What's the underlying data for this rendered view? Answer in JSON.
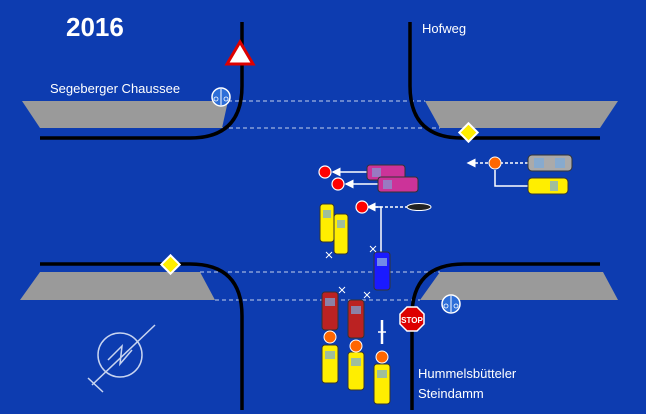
{
  "year": "2016",
  "streets": {
    "north": "Hofweg",
    "west": "Segeberger Chaussee",
    "south_line1": "Hummelsbütteler",
    "south_line2": "Steindamm"
  },
  "colors": {
    "background": "#0d3cb0",
    "road_edge": "#000000",
    "crosswalk": "#9a9a9a",
    "collision_marker": "#ff0000",
    "approach_marker": "#ff6600",
    "car_yellow": "#ffee00",
    "car_magenta": "#cc3399",
    "car_blue": "#1a1aff",
    "car_red": "#bb2222",
    "car_gray": "#aaaaaa"
  },
  "signs": [
    {
      "type": "yield-sign",
      "icon": "triangle-warning-icon"
    },
    {
      "type": "cycle-path-sign",
      "icon": "bicycle-pedestrian-icon"
    },
    {
      "type": "priority-road-sign",
      "icon": "yellow-diamond-icon"
    },
    {
      "type": "priority-road-sign",
      "icon": "yellow-diamond-icon"
    },
    {
      "type": "cycle-path-sign",
      "icon": "bicycle-pedestrian-icon"
    },
    {
      "type": "stop-sign",
      "icon": "stop-octagon-icon",
      "text": "STOP"
    }
  ],
  "compass": {
    "icon": "north-arrow-compass-icon"
  }
}
